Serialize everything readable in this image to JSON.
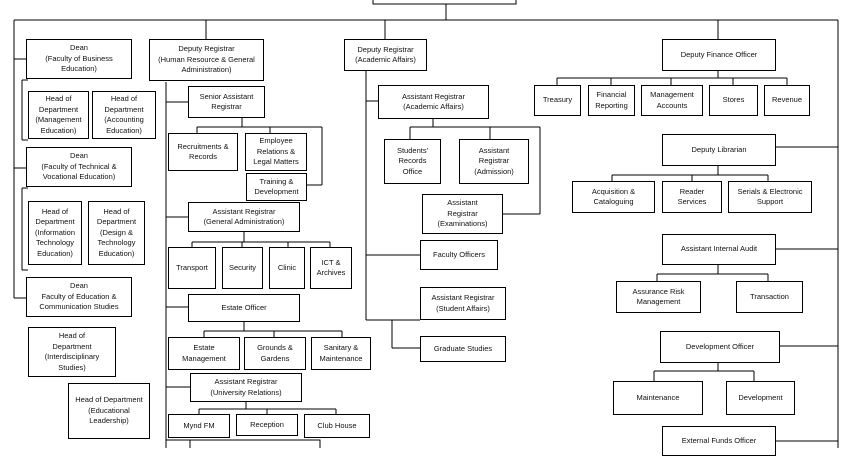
{
  "org_chart": {
    "nodes": {
      "dean_business": "Dean\n(Faculty of Business\nEducation)",
      "hod_management": "Head of\nDepartment\n(Management\nEducation)",
      "hod_accounting": "Head of\nDepartment\n(Accounting\nEducation)",
      "dean_technical": "Dean\n(Faculty of Technical &\nVocational Education)",
      "hod_ict": "Head of\nDepartment\n(Information\nTechnology\nEducation)",
      "hod_design": "Head of\nDepartment\n(Design &\nTechnology\nEducation)",
      "dean_education": "Dean\nFaculty of Education &\nCommunication Studies",
      "hod_interdisciplinary": "Head of\nDepartment\n(Interdisciplinary\nStudies)",
      "hod_leadership": "Head of Department\n(Educational\nLeadership)",
      "deputy_registrar_hr": "Deputy Registrar\n(Human Resource & General\nAdministration)",
      "senior_assistant_registrar": "Senior Assistant\nRegistrar",
      "recruitments": "Recruitments &\nRecords",
      "employee_relations": "Employee\nRelations &\nLegal Matters",
      "training": "Training &\nDevelopment",
      "ar_general_admin": "Assistant Registrar\n(General Administration)",
      "transport": "Transport",
      "security": "Security",
      "clinic": "Clinic",
      "ict_archives": "ICT &\nArchives",
      "estate_officer": "Estate Officer",
      "estate_management": "Estate\nManagement",
      "grounds_gardens": "Grounds &\nGardens",
      "sanitary": "Sanitary &\nMaintenance",
      "ar_university_relations": "Assistant Registrar\n(University Relations)",
      "mynd_fm": "Mynd FM",
      "reception": "Reception",
      "club_house": "Club House",
      "deputy_registrar_academic": "Deputy Registrar\n(Academic Affairs)",
      "ar_academic": "Assistant Registrar\n(Academic Affairs)",
      "students_records": "Students'\nRecords\nOffice",
      "ar_admission": "Assistant\nRegistrar\n(Admission)",
      "ar_examinations": "Assistant\nRegistrar\n(Examinations)",
      "faculty_officers": "Faculty Officers",
      "ar_student_affairs": "Assistant Registrar\n(Student Affairs)",
      "graduate_studies": "Graduate Studies",
      "deputy_finance": "Deputy Finance Officer",
      "treasury": "Treasury",
      "financial_reporting": "Financial\nReporting",
      "management_accounts": "Management\nAccounts",
      "stores": "Stores",
      "revenue": "Revenue",
      "deputy_librarian": "Deputy Librarian",
      "acquisition": "Acquisition &\nCataloguing",
      "reader_services": "Reader\nServices",
      "serials": "Serials & Electronic\nSupport",
      "internal_audit": "Assistant Internal Audit",
      "assurance_risk": "Assurance Risk\nManagement",
      "transaction": "Transaction",
      "development_officer": "Development Officer",
      "maintenance": "Maintenance",
      "development": "Development",
      "external_funds": "External Funds Officer"
    }
  }
}
